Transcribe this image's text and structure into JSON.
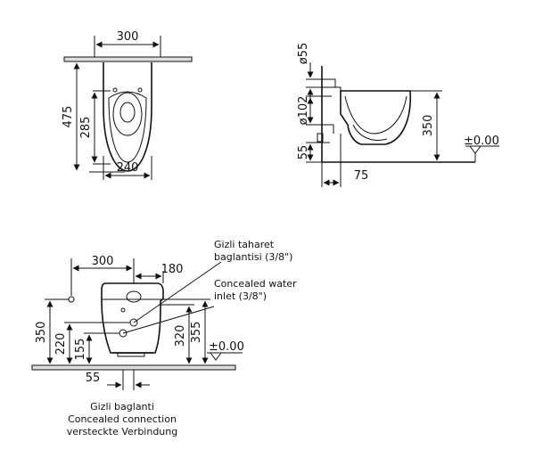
{
  "top_view": {
    "width": "300",
    "depth": "475",
    "inner": "285",
    "seat": "240"
  },
  "side_view": {
    "pipe_top": "ø55",
    "pipe_side": "ø102",
    "height": "350",
    "bottom": "55",
    "projection": "75",
    "level": "±0.00"
  },
  "front_view": {
    "distance_left": "300",
    "distance_right": "180",
    "height_total": "350",
    "height_220": "220",
    "height_155": "155",
    "height_320": "320",
    "height_355": "355",
    "level": "±0.00",
    "offset_55": "55"
  },
  "notes": {
    "bidet_tr_line1": "Gizli taharet",
    "bidet_tr_line2": "baglantisi (3/8\")",
    "water_en_line1": "Concealed water",
    "water_en_line2": "inlet (3/8\")"
  },
  "caption": {
    "line1": "Gizli baglanti",
    "line2": "Concealed connection",
    "line3": "versteckte Verbindung"
  }
}
